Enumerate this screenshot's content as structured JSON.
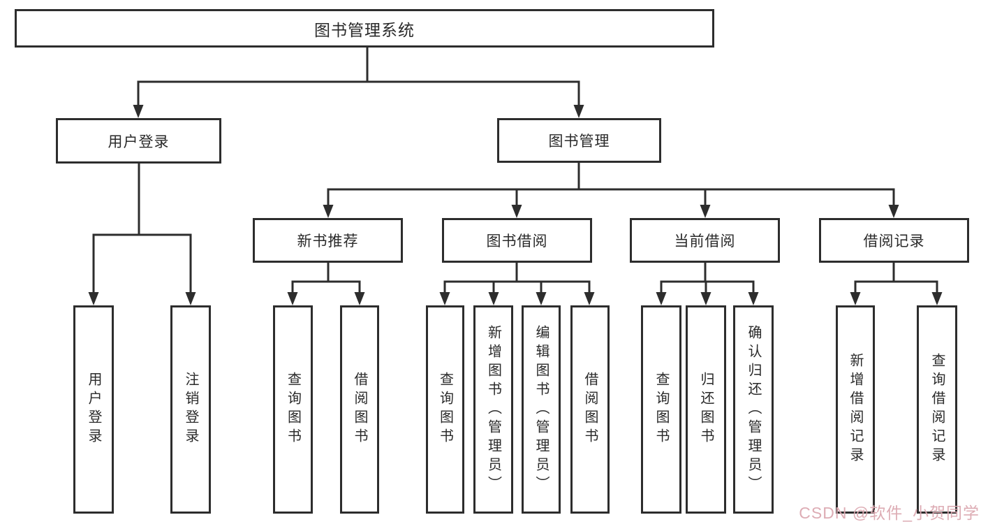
{
  "diagram": {
    "title": "图书管理系统",
    "level2": [
      {
        "label": "用户登录",
        "children": [
          {
            "label": "用户登录"
          },
          {
            "label": "注销登录"
          }
        ]
      },
      {
        "label": "图书管理",
        "children": [
          {
            "label": "新书推荐",
            "children": [
              {
                "label": "查询图书"
              },
              {
                "label": "借阅图书"
              }
            ]
          },
          {
            "label": "图书借阅",
            "children": [
              {
                "label": "查询图书"
              },
              {
                "label": "新增图书（管理员）"
              },
              {
                "label": "编辑图书（管理员）"
              },
              {
                "label": "借阅图书"
              }
            ]
          },
          {
            "label": "当前借阅",
            "children": [
              {
                "label": "查询图书"
              },
              {
                "label": "归还图书"
              },
              {
                "label": "确认归还（管理员）"
              }
            ]
          },
          {
            "label": "借阅记录",
            "children": [
              {
                "label": "新增借阅记录"
              },
              {
                "label": "查询借阅记录"
              }
            ]
          }
        ]
      }
    ]
  },
  "watermark": {
    "text": "CSDN @软件_小贺同学"
  },
  "colors": {
    "line": "#2d2d2d",
    "box_border": "#2d2d2d",
    "text": "#2a2a2a",
    "background": "#ffffff",
    "watermark": "#dba8b0"
  }
}
